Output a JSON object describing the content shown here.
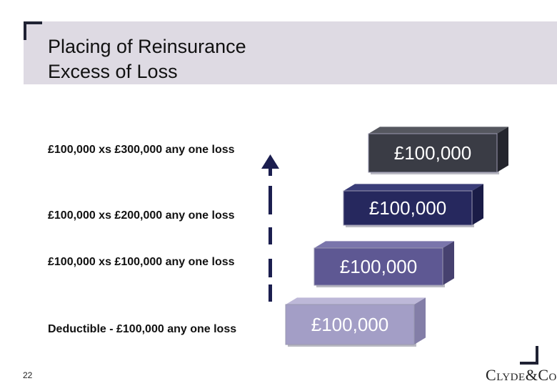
{
  "title": {
    "line1": "Placing of Reinsurance",
    "line2": "Excess of Loss"
  },
  "layers": [
    {
      "label": "£100,000 xs £300,000 any one loss",
      "block_value": "£100,000",
      "front": "#3a3c45",
      "side": "#24252d",
      "top": "#55575f",
      "text": "#ffffff"
    },
    {
      "label": "£100,000 xs £200,000 any one loss",
      "block_value": "£100,000",
      "front": "#26285e",
      "side": "#1a1c47",
      "top": "#3a3d78",
      "text": "#ffffff"
    },
    {
      "label": "£100,000 xs £100,000 any one loss",
      "block_value": "£100,000",
      "front": "#5e5893",
      "side": "#46416f",
      "top": "#7a75ab",
      "text": "#ffffff"
    },
    {
      "label": "Deductible - £100,000 any one loss",
      "block_value": "£100,000",
      "front": "#a39ec6",
      "side": "#837ea7",
      "top": "#bdb8d8",
      "text": "#ffffff"
    }
  ],
  "arrow_color": "#1b1e4f",
  "page_number": "22",
  "logo": {
    "c": "C",
    "lyde": "LYDE",
    "amp": "&",
    "c2": "C",
    "o": "O"
  }
}
